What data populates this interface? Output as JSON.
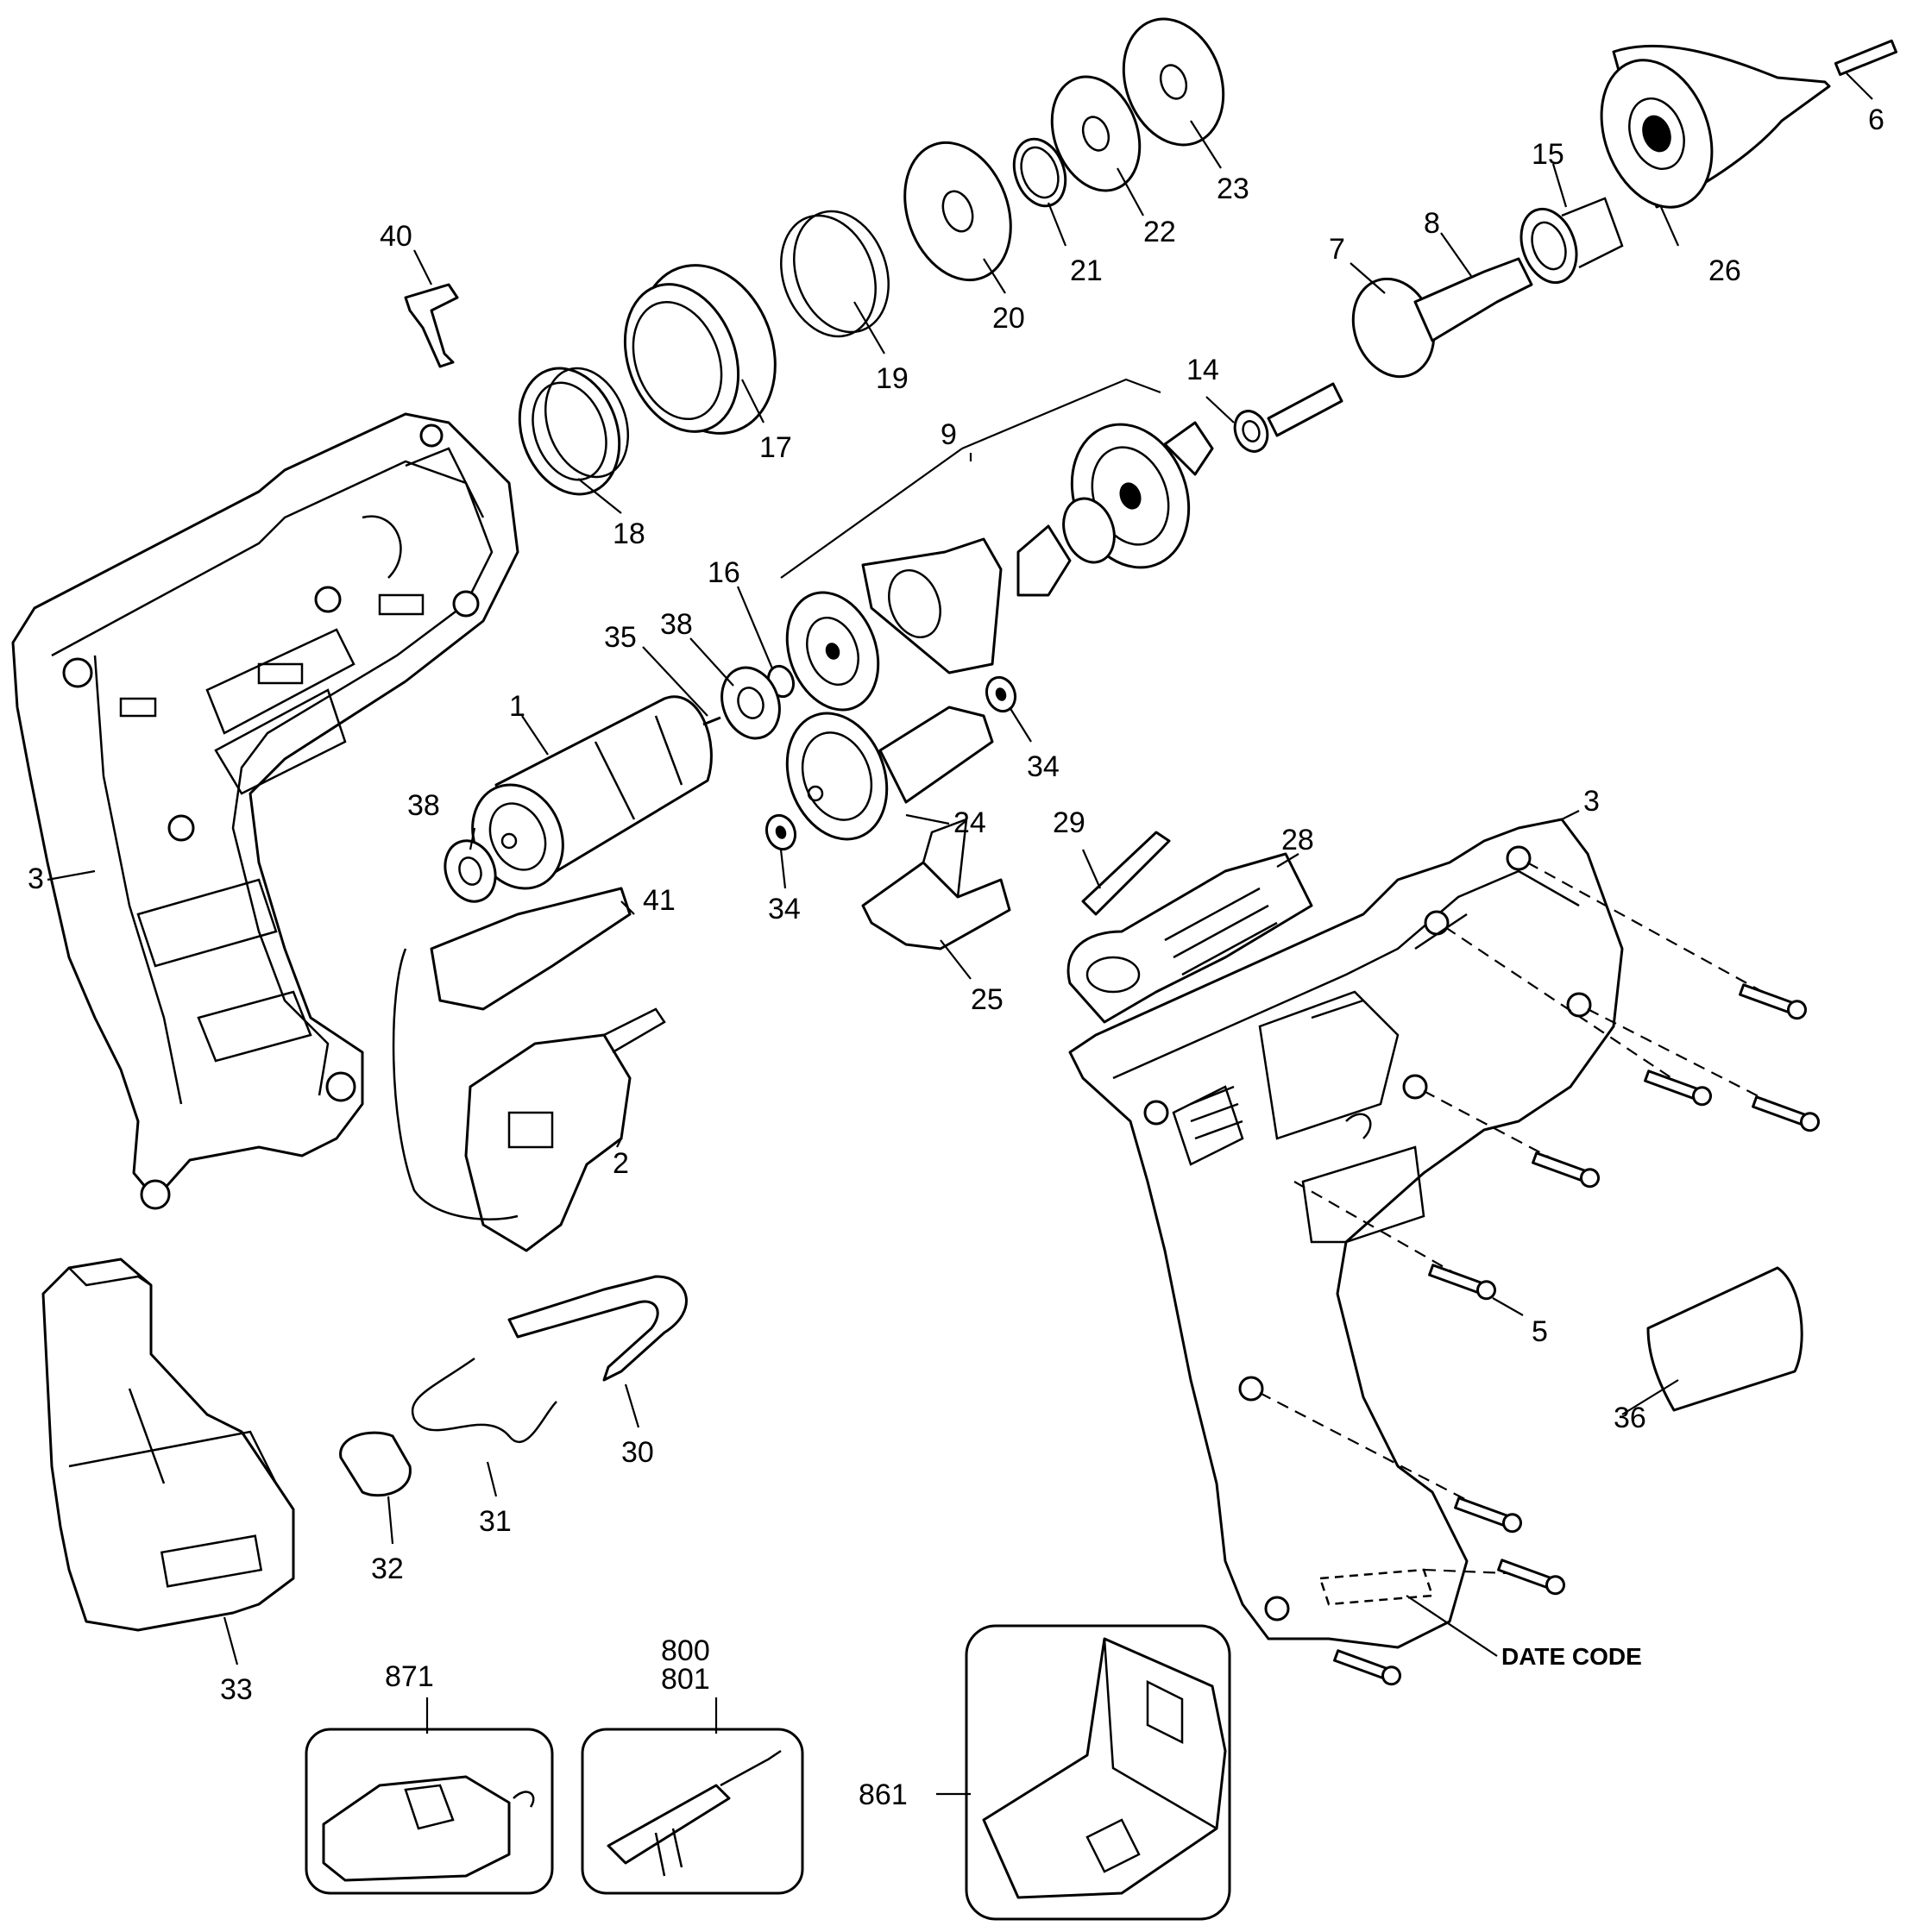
{
  "labels": {
    "p40": "40",
    "p17": "17",
    "p19": "19",
    "p20": "20",
    "p21": "21",
    "p22": "22",
    "p23": "23",
    "p6": "6",
    "p15": "15",
    "p8": "8",
    "p7": "7",
    "p26": "26",
    "p14": "14",
    "p9": "9",
    "p18": "18",
    "p16": "16",
    "p38a": "38",
    "p35": "35",
    "p1": "1",
    "p34a": "34",
    "p38b": "38",
    "p24": "24",
    "p29": "29",
    "p28": "28",
    "p3a": "3",
    "p3b": "3",
    "p34b": "34",
    "p41": "41",
    "p25": "25",
    "p2": "2",
    "p5": "5",
    "p36": "36",
    "p30": "30",
    "p31": "31",
    "p32": "32",
    "p33": "33",
    "p871": "871",
    "p800": "800",
    "p801": "801",
    "p861": "861",
    "date_code": "DATE CODE"
  }
}
